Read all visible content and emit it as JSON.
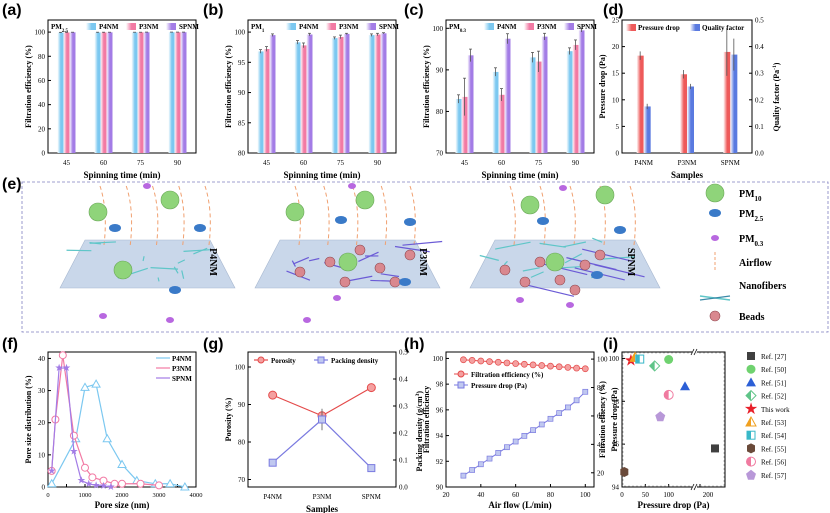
{
  "panel_labels": [
    "(a)",
    "(b)",
    "(c)",
    "(d)",
    "(e)",
    "(f)",
    "(g)",
    "(h)",
    "(i)"
  ],
  "colors": {
    "P4NM": "#7cc8f0",
    "P3NM": "#f27aa4",
    "SPNM": "#a37ce6",
    "red_line": "#e44a4a",
    "blue_line": "#7a7ae0",
    "schematic_bg": "#c9d7ea",
    "fiber_cyan": "#5fc6c8",
    "fiber_purple": "#6b5bd6",
    "pm10": "#8fd47a",
    "bead": "#d9888f"
  },
  "chart_data": [
    {
      "id": "a",
      "type": "bar",
      "x_title": "Spinning time (min)",
      "y_title": "Filtration efficiency (%)",
      "categories": [
        "45",
        "60",
        "75",
        "90"
      ],
      "yticks": [
        "0",
        "20",
        "40",
        "60",
        "80",
        "100"
      ],
      "ylim": [
        0,
        110
      ],
      "legend_tag": "PM2.5",
      "legend_main": "PM",
      "legend_sub": "2.5",
      "series": [
        {
          "name": "P4NM",
          "values": [
            99.6,
            99.7,
            99.8,
            99.9
          ],
          "err": [
            0.2,
            0.2,
            0.1,
            0.1
          ]
        },
        {
          "name": "P3NM",
          "values": [
            99.7,
            99.7,
            99.8,
            99.9
          ],
          "err": [
            0.2,
            0.2,
            0.1,
            0.1
          ]
        },
        {
          "name": "SPNM",
          "values": [
            99.8,
            99.8,
            99.9,
            99.9
          ],
          "err": [
            0.1,
            0.1,
            0.1,
            0.1
          ]
        }
      ]
    },
    {
      "id": "b",
      "type": "bar",
      "x_title": "Spinning time (min)",
      "y_title": "Filtration efficiency (%)",
      "categories": [
        "45",
        "60",
        "75",
        "90"
      ],
      "yticks": [
        "80",
        "85",
        "90",
        "95",
        "100"
      ],
      "ylim": [
        80,
        102
      ],
      "legend_tag": "PM1",
      "legend_main": "PM",
      "legend_sub": "1",
      "series": [
        {
          "name": "P4NM",
          "values": [
            96.8,
            98.3,
            99.0,
            99.5
          ],
          "err": [
            0.3,
            0.3,
            0.2,
            0.2
          ]
        },
        {
          "name": "P3NM",
          "values": [
            97.2,
            97.8,
            99.2,
            99.6
          ],
          "err": [
            0.4,
            0.4,
            0.3,
            0.2
          ]
        },
        {
          "name": "SPNM",
          "values": [
            99.5,
            99.6,
            99.7,
            99.8
          ],
          "err": [
            0.2,
            0.2,
            0.1,
            0.1
          ]
        }
      ]
    },
    {
      "id": "c",
      "type": "bar",
      "x_title": "Spinning time (min)",
      "y_title": "Filtration efficiency (%)",
      "categories": [
        "45",
        "60",
        "75",
        "90"
      ],
      "yticks": [
        "70",
        "80",
        "90",
        "100"
      ],
      "ylim": [
        70,
        102
      ],
      "legend_tag": "PM0.3",
      "legend_main": "PM",
      "legend_sub": "0.3",
      "series": [
        {
          "name": "P4NM",
          "values": [
            83,
            89.5,
            93,
            94.5
          ],
          "err": [
            1.0,
            1.0,
            1.2,
            0.8
          ]
        },
        {
          "name": "P3NM",
          "values": [
            83.5,
            84,
            92,
            96
          ],
          "err": [
            4.5,
            1.5,
            2.5,
            1.2
          ]
        },
        {
          "name": "SPNM",
          "values": [
            93.5,
            97.5,
            98,
            99.5
          ],
          "err": [
            1.5,
            1.2,
            0.8,
            0.4
          ]
        }
      ]
    },
    {
      "id": "d",
      "type": "bar",
      "x_title": "Samples",
      "y_title": "Pressure drop (Pa)",
      "y2_title": "Quality factor (Pa-1)",
      "y2_title_main": "Quality factor (Pa",
      "y2_title_sup": "-1",
      "y2_title_end": ")",
      "categories": [
        "P4NM",
        "P3NM",
        "SPNM"
      ],
      "yticks": [
        "0",
        "5",
        "10",
        "15",
        "20",
        "25"
      ],
      "ylim": [
        0,
        25
      ],
      "y2ticks": [
        "0.0",
        "0.1",
        "0.2",
        "0.3",
        "0.4",
        "0.5"
      ],
      "y2lim": [
        0,
        0.5
      ],
      "series": [
        {
          "name": "Pressure drop",
          "axis": "left",
          "values": [
            18.3,
            14.8,
            19.0
          ],
          "err": [
            0.8,
            0.8,
            4.5
          ]
        },
        {
          "name": "Quality factor",
          "axis": "right",
          "values": [
            0.175,
            0.25,
            0.37
          ],
          "err": [
            0.01,
            0.01,
            0.06
          ]
        }
      ]
    },
    {
      "id": "f",
      "type": "line",
      "x_title": "Pore size (nm)",
      "y_title": "Pore size distribution (%)",
      "xticks": [
        "0",
        "500",
        "1000",
        "1500",
        "2000",
        "2500",
        "3000",
        "3500",
        "4000"
      ],
      "xlim": [
        0,
        4000
      ],
      "yticks": [
        "0",
        "10",
        "20",
        "30",
        "40"
      ],
      "ylim": [
        0,
        42
      ],
      "series": [
        {
          "name": "P4NM",
          "x": [
            100,
            750,
            1000,
            1300,
            1600,
            2000,
            2400,
            2900,
            3300,
            3700
          ],
          "y": [
            1,
            15,
            31,
            32,
            15,
            7,
            2,
            1,
            1,
            0
          ]
        },
        {
          "name": "P3NM",
          "x": [
            100,
            200,
            400,
            700,
            1000,
            1200,
            1500,
            1800,
            2000,
            2500,
            3000
          ],
          "y": [
            5,
            21,
            41,
            16,
            6,
            3,
            2,
            1,
            1,
            1,
            0.5
          ]
        },
        {
          "name": "SPNM",
          "x": [
            100,
            300,
            500,
            700,
            900,
            1100,
            1300,
            1500,
            1700
          ],
          "y": [
            5,
            37,
            37,
            11,
            2,
            1,
            0.5,
            0.3,
            0
          ]
        }
      ]
    },
    {
      "id": "g",
      "type": "line",
      "x_title": "Samples",
      "y_title": "Porosity (%)",
      "y2_title": "Packing density (g/cm3)",
      "y2_title_main": "Packing density (g/cm",
      "y2_title_sup": "3",
      "y2_title_end": ")",
      "categories": [
        "P4NM",
        "P3NM",
        "SPNM"
      ],
      "yticks": [
        "70",
        "80",
        "90",
        "100"
      ],
      "ylim": [
        68,
        104
      ],
      "y2ticks": [
        "0.0",
        "0.1",
        "0.2",
        "0.3",
        "0.4",
        "0.5"
      ],
      "y2lim": [
        0,
        0.5
      ],
      "series": [
        {
          "name": "Porosity",
          "axis": "left",
          "values": [
            92.5,
            87,
            94.5
          ],
          "err": [
            0.8,
            0.8,
            0.8
          ]
        },
        {
          "name": "Packing density",
          "axis": "right",
          "values": [
            0.09,
            0.25,
            0.07
          ],
          "err": [
            0.005,
            0.04,
            0.005
          ]
        }
      ]
    },
    {
      "id": "h",
      "type": "line",
      "x_title": "Air flow (L/min)",
      "y_title": "Filtration efficiency",
      "y2_title": "Pressure drop (Pa)",
      "xticks": [
        "20",
        "40",
        "60",
        "80",
        "100"
      ],
      "xlim": [
        20,
        105
      ],
      "yticks": [
        "90",
        "92",
        "94",
        "96",
        "98",
        "100"
      ],
      "ylim": [
        90,
        100.5
      ],
      "y2ticks": [
        "20",
        "40",
        "60",
        "80",
        "100"
      ],
      "y2lim": [
        10,
        105
      ],
      "series": [
        {
          "name": "Filtration efficiency (%)",
          "axis": "left",
          "x": [
            30,
            35,
            40,
            45,
            50,
            55,
            60,
            65,
            70,
            75,
            80,
            85,
            90,
            95,
            100
          ],
          "values": [
            99.9,
            99.85,
            99.8,
            99.75,
            99.7,
            99.65,
            99.6,
            99.55,
            99.5,
            99.45,
            99.4,
            99.35,
            99.3,
            99.25,
            99.2
          ]
        },
        {
          "name": "Pressure drop (Pa)",
          "axis": "right",
          "x": [
            30,
            35,
            40,
            45,
            50,
            55,
            60,
            65,
            70,
            75,
            80,
            85,
            90,
            95,
            100
          ],
          "values": [
            18,
            22,
            26,
            30,
            34,
            38,
            42,
            46,
            50,
            54,
            58,
            62,
            66,
            71,
            77
          ]
        }
      ]
    },
    {
      "id": "i",
      "type": "scatter",
      "x_title": "Pressure drop (Pa)",
      "y_title": "Filtration effiency (%)",
      "xticks": [
        "0",
        "50",
        "100",
        "200"
      ],
      "yticks": [
        "94",
        "96",
        "98",
        "100"
      ],
      "ylim": [
        94,
        100.3
      ],
      "series": [
        {
          "name": "Ref. [27]",
          "x": 230,
          "y": 95.8,
          "color": "#404040",
          "shape": "square"
        },
        {
          "name": "Ref. [50]",
          "x": 100,
          "y": 99.95,
          "color": "#6fd26f",
          "shape": "circle"
        },
        {
          "name": "Ref. [51]",
          "x": 135,
          "y": 98.7,
          "color": "#2c5fd6",
          "shape": "triangle"
        },
        {
          "name": "Ref. [52]",
          "x": 70,
          "y": 99.65,
          "color": "#5fc488",
          "shape": "diamond-half"
        },
        {
          "name": "This work",
          "x": 19,
          "y": 99.9,
          "color": "#e8202a",
          "shape": "star"
        },
        {
          "name": "Ref. [53]",
          "x": 28,
          "y": 100.05,
          "color": "#f0a020",
          "shape": "triangle-half"
        },
        {
          "name": "Ref. [54]",
          "x": 38,
          "y": 99.97,
          "color": "#38b8c8",
          "shape": "square-half"
        },
        {
          "name": "Ref. [55]",
          "x": 5,
          "y": 94.7,
          "color": "#6a4a3a",
          "shape": "hexagon"
        },
        {
          "name": "Ref. [56]",
          "x": 100,
          "y": 98.3,
          "color": "#f07aa0",
          "shape": "circle-half"
        },
        {
          "name": "Ref. [57]",
          "x": 82,
          "y": 97.3,
          "color": "#b898d8",
          "shape": "pentagon"
        }
      ]
    }
  ],
  "schematic": {
    "legend": [
      {
        "label": "PM10",
        "main": "PM",
        "sub": "10"
      },
      {
        "label": "PM2.5",
        "main": "PM",
        "sub": "2.5"
      },
      {
        "label": "PM0.3",
        "main": "PM",
        "sub": "0.3"
      },
      {
        "label": "Airflow"
      },
      {
        "label": "Nanofibers"
      },
      {
        "label": "Beads"
      }
    ],
    "membranes": [
      "P4NM",
      "P3NM",
      "SPNM"
    ]
  }
}
